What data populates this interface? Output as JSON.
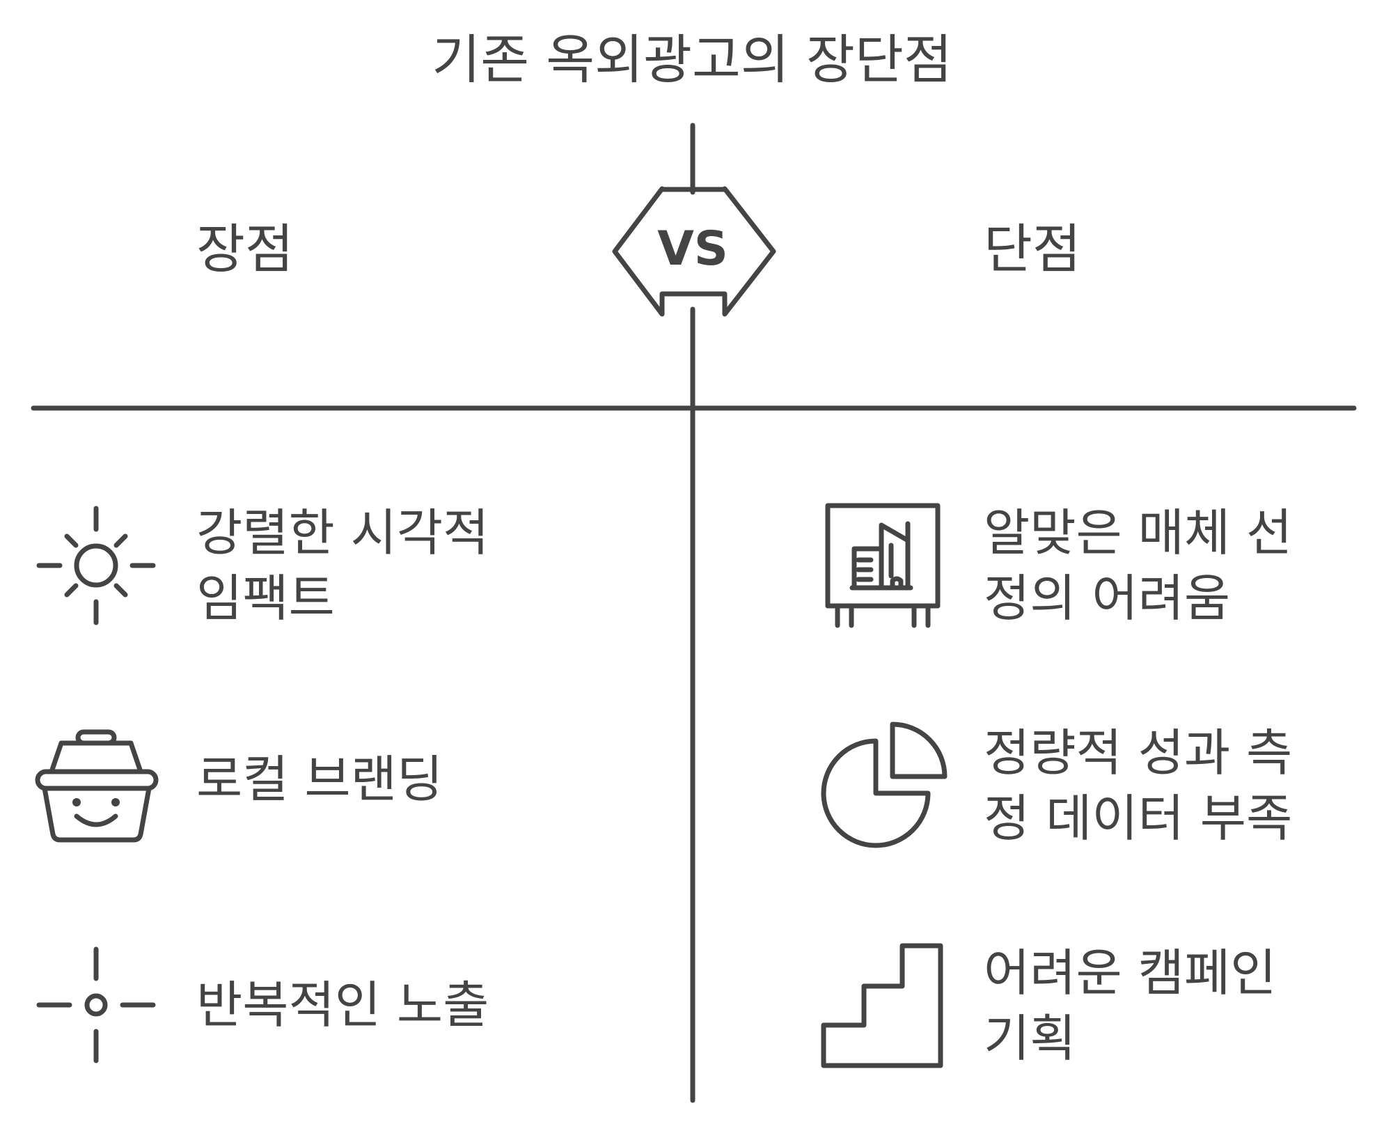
{
  "title": "기존 옥외광고의 장단점",
  "vs_label": "VS",
  "colors": {
    "ink": "#444444",
    "background": "#ffffff"
  },
  "pros": {
    "heading": "장점",
    "items": [
      {
        "label": "강렬한 시각적 임팩트",
        "icon": "sun-icon"
      },
      {
        "label": "로컬 브랜딩",
        "icon": "smiling-basket-icon"
      },
      {
        "label": "반복적인 노출",
        "icon": "crosshair-dot-icon"
      }
    ]
  },
  "cons": {
    "heading": "단점",
    "items": [
      {
        "label": "알맞은 매체 선정의 어려움",
        "icon": "billboard-building-icon"
      },
      {
        "label": "정량적 성과 측정 데이터 부족",
        "icon": "pie-chart-icon"
      },
      {
        "label": "어려운 캠페인 기획",
        "icon": "stairs-icon"
      }
    ]
  }
}
